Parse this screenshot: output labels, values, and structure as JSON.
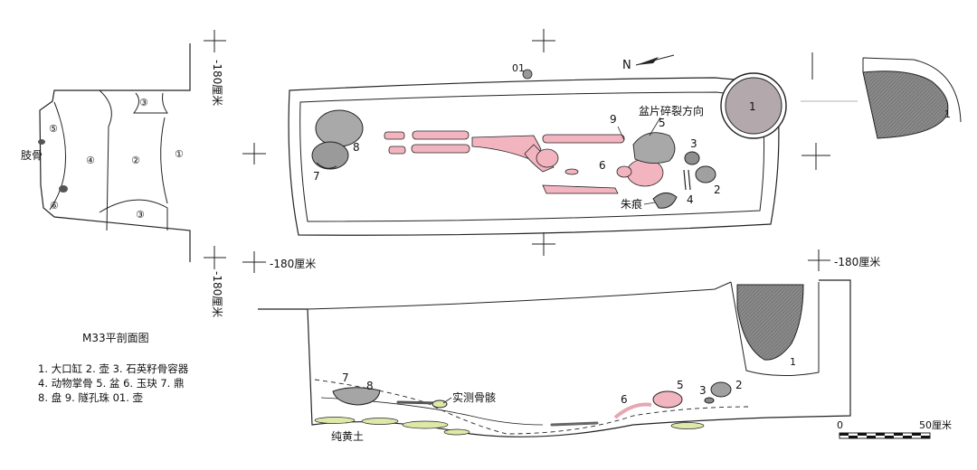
{
  "title": "M33平剖面图",
  "legend_lines": [
    "1. 大口缸   2. 壶   3. 石英籽骨容器",
    "4. 动物掌骨   5. 盆   6. 玉玦   7. 鼎",
    "8. 盘   9. 隧孔珠   01. 壶"
  ],
  "depth_marks": {
    "left_plan_vertical": "-180厘米",
    "left_section_vertical": "-180厘米",
    "section_left": "-180厘米",
    "section_right": "-180厘米"
  },
  "north_label": "N",
  "annotations": {
    "basin_shard_direction": "盆片碎裂方向",
    "cinnabar_trace": "朱痕",
    "measured_skeleton": "实测骨骸",
    "pure_yellow_soil": "纯黄土",
    "femur": "肢骨"
  },
  "scale_bar": {
    "start": "0",
    "end": "50厘米"
  },
  "plan_numbers": {
    "n1": "1",
    "n2": "2",
    "n3": "3",
    "n4": "4",
    "n5": "5",
    "n6": "6",
    "n7": "7",
    "n8": "8",
    "n9": "9",
    "n01": "01"
  },
  "left_plan_numbers": {
    "a": "③",
    "b": "⑤",
    "c": "④",
    "d": "②",
    "e": "①",
    "f": "⑥",
    "g": "③"
  },
  "section_numbers": {
    "n7": "7",
    "n8": "8",
    "n6": "6",
    "n5": "5",
    "n3": "3",
    "n2": "2",
    "n1": "1"
  },
  "side_vessel_number": "1",
  "colors": {
    "bone": "#f2b5c0",
    "vessel": "#9e9e9e",
    "soil": "#dfe8a8",
    "line": "#222222"
  }
}
